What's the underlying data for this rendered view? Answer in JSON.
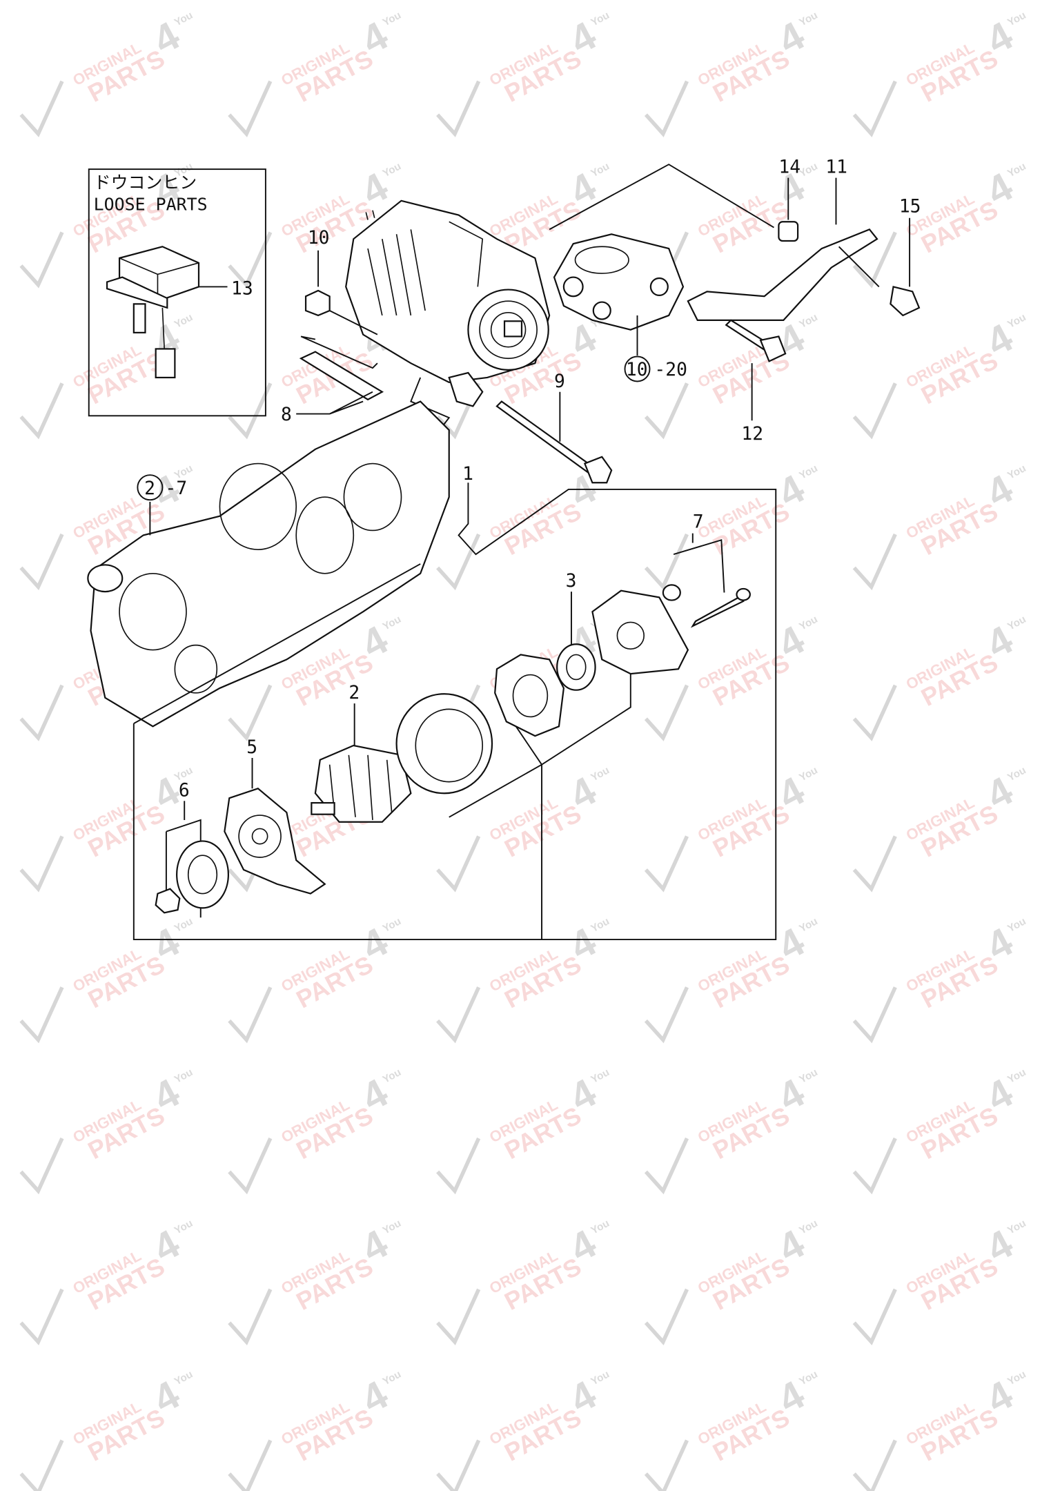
{
  "loose_parts": {
    "title_jp": "ドウコンヒン",
    "title_en": "LOOSE PARTS"
  },
  "callouts": {
    "p1": "1",
    "p2": "2",
    "p3": "3",
    "p5": "5",
    "p6": "6",
    "p7": "7",
    "p8": "8",
    "p9": "9",
    "p10": "10",
    "p11": "11",
    "p12": "12",
    "p13": "13",
    "p14": "14",
    "p15": "15",
    "ref_10_num": "10",
    "ref_10_suffix": "-20",
    "ref_2_num": "2",
    "ref_2_suffix": "-7"
  },
  "watermark": {
    "line1": "ORIGINAL",
    "line2": "PARTS",
    "logo": "4",
    "logo_small": "You"
  }
}
